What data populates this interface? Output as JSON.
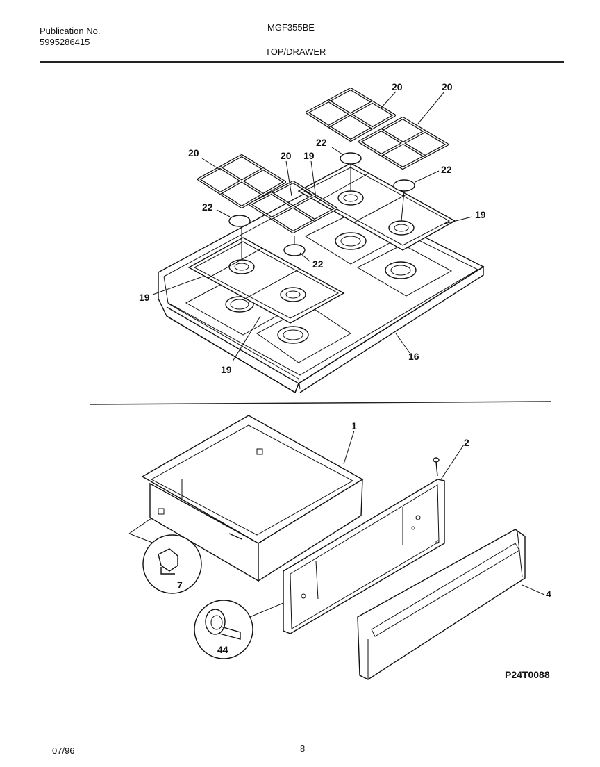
{
  "header": {
    "publication_label": "Publication No.",
    "publication_number": "5995286415",
    "model": "MGF355BE",
    "section_title": "TOP/DRAWER"
  },
  "callouts": {
    "top": [
      "20",
      "20",
      "20",
      "20",
      "19",
      "22",
      "22",
      "22",
      "22",
      "19",
      "19",
      "19",
      "16"
    ],
    "drawer": [
      "1",
      "2",
      "4",
      "7",
      "44"
    ]
  },
  "figure_id": "P24T0088",
  "footer": {
    "date": "07/96",
    "page": "8"
  }
}
